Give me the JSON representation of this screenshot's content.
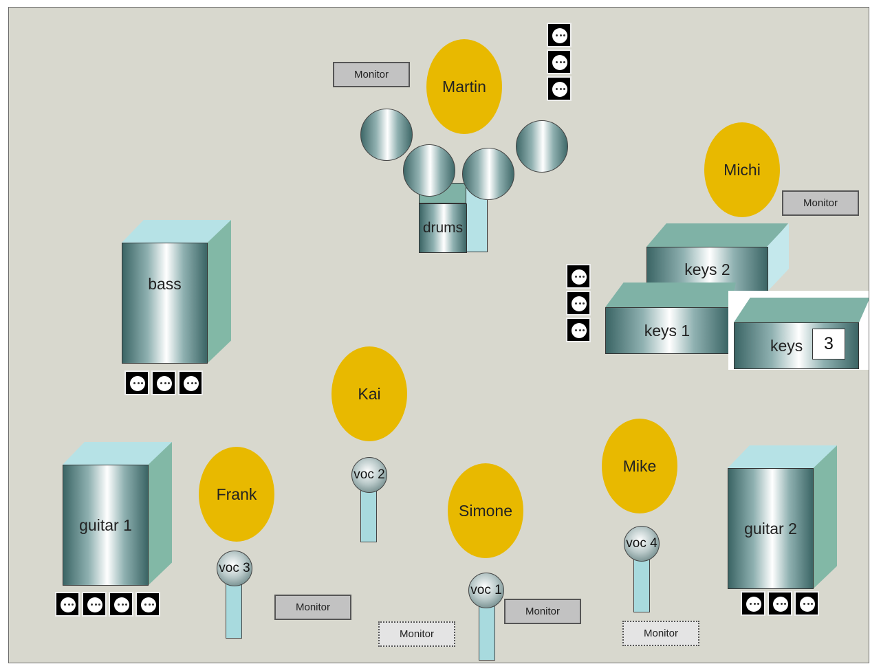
{
  "people": {
    "martin": "Martin",
    "michi": "Michi",
    "kai": "Kai",
    "frank": "Frank",
    "simone": "Simone",
    "mike": "Mike"
  },
  "instruments": {
    "drums": "drums",
    "bass": "bass",
    "keys1": "keys 1",
    "keys2": "keys 2",
    "keys3_label": "keys",
    "keys3_number": "3",
    "guitar1": "guitar 1",
    "guitar2": "guitar 2"
  },
  "mics": {
    "voc1": "voc 1",
    "voc2": "voc 2",
    "voc3": "voc 3",
    "voc4": "voc 4"
  },
  "monitor_label": "Monitor",
  "colors": {
    "stage_bg": "#d8d8ce",
    "person": "#e8b900",
    "amp_side": "#82b8a6",
    "amp_top": "#b6e2e6",
    "monitor": "#c2c2c2"
  }
}
